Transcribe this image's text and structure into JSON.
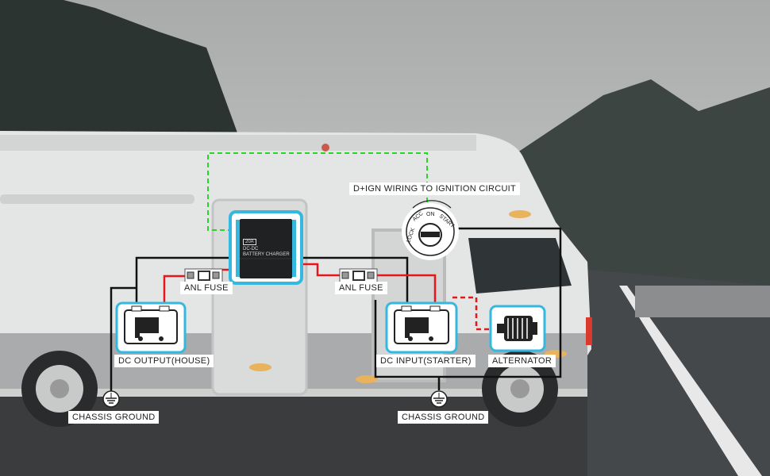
{
  "labels": {
    "ignition": "D+IGN WIRING TO IGNITION CIRCUIT",
    "anl_fuse_left": "ANL FUSE",
    "anl_fuse_right": "ANL FUSE",
    "dc_output": "DC OUTPUT(HOUSE)",
    "dc_input": "DC INPUT(STARTER)",
    "alternator": "ALTERNATOR",
    "ground_left": "CHASSIS GROUND",
    "ground_right": "CHASSIS GROUND"
  },
  "charger": {
    "badge": "20A",
    "line1": "DC-DC",
    "line2": "BATTERY CHARGER"
  },
  "ignition_switch": {
    "positions": [
      "LOCK",
      "ACC",
      "ON",
      "START"
    ]
  },
  "colors": {
    "accent": "#35b8e0",
    "positive": "#e8161b",
    "negative": "#111111",
    "signal": "#27d627"
  }
}
